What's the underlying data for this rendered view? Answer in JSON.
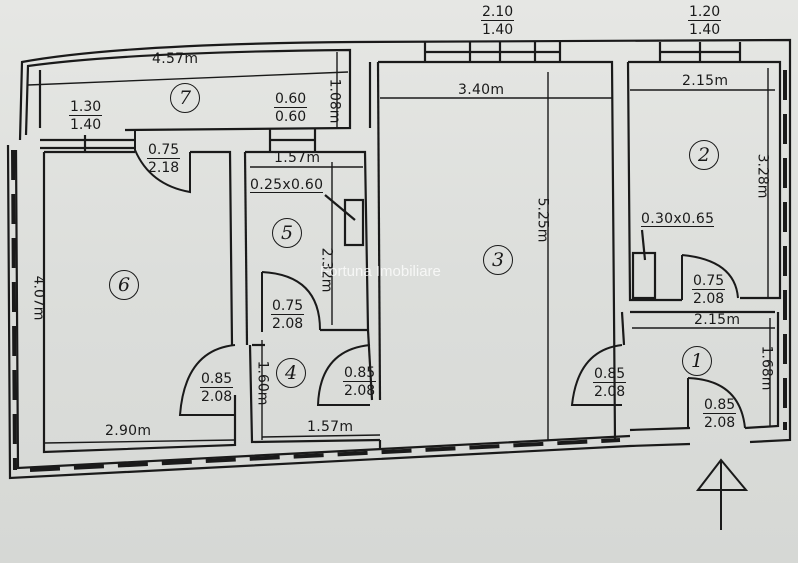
{
  "plan": {
    "watermark": "Fortuna Imobiliare",
    "rooms": [
      {
        "id": "1",
        "label": "1"
      },
      {
        "id": "2",
        "label": "2"
      },
      {
        "id": "3",
        "label": "3"
      },
      {
        "id": "4",
        "label": "4"
      },
      {
        "id": "5",
        "label": "5"
      },
      {
        "id": "6",
        "label": "6"
      },
      {
        "id": "7",
        "label": "7"
      }
    ],
    "dimensions": {
      "balcony_length": "4.57m",
      "balcony_depth": "1.08m",
      "room3_width": "3.40m",
      "room3_length": "5.25m",
      "room2_width": "2.15m",
      "room2_length": "3.28m",
      "room1_width": "2.15m",
      "room1_length": "1.68m",
      "room5_width": "1.57m",
      "room5_length": "2.32m",
      "room4_width": "1.57m",
      "room4_length": "1.60m",
      "room6_width": "2.90m",
      "room6_length": "4.07m"
    },
    "windows": [
      {
        "id": "w-room3",
        "width": "2.10",
        "height": "1.40"
      },
      {
        "id": "w-room2",
        "width": "1.20",
        "height": "1.40"
      },
      {
        "id": "w-room6",
        "width": "1.30",
        "height": "1.40"
      },
      {
        "id": "w-room5",
        "width": "0.60",
        "height": "0.60"
      }
    ],
    "doors": [
      {
        "id": "d-balcony",
        "width": "0.75",
        "height": "2.18"
      },
      {
        "id": "d-room5",
        "width": "0.75",
        "height": "2.08"
      },
      {
        "id": "d-room2",
        "width": "0.75",
        "height": "2.08"
      },
      {
        "id": "d-room6",
        "width": "0.85",
        "height": "2.08"
      },
      {
        "id": "d-room3",
        "width": "0.85",
        "height": "2.08"
      },
      {
        "id": "d-room1-inner",
        "width": "0.85",
        "height": "2.08"
      },
      {
        "id": "d-entrance",
        "width": "0.85",
        "height": "2.08"
      }
    ],
    "ducts": [
      {
        "id": "duct-room5",
        "size": "0.25x0.60"
      },
      {
        "id": "duct-room2",
        "size": "0.30x0.65"
      }
    ],
    "entrance_marker": "entrance-arrow"
  }
}
